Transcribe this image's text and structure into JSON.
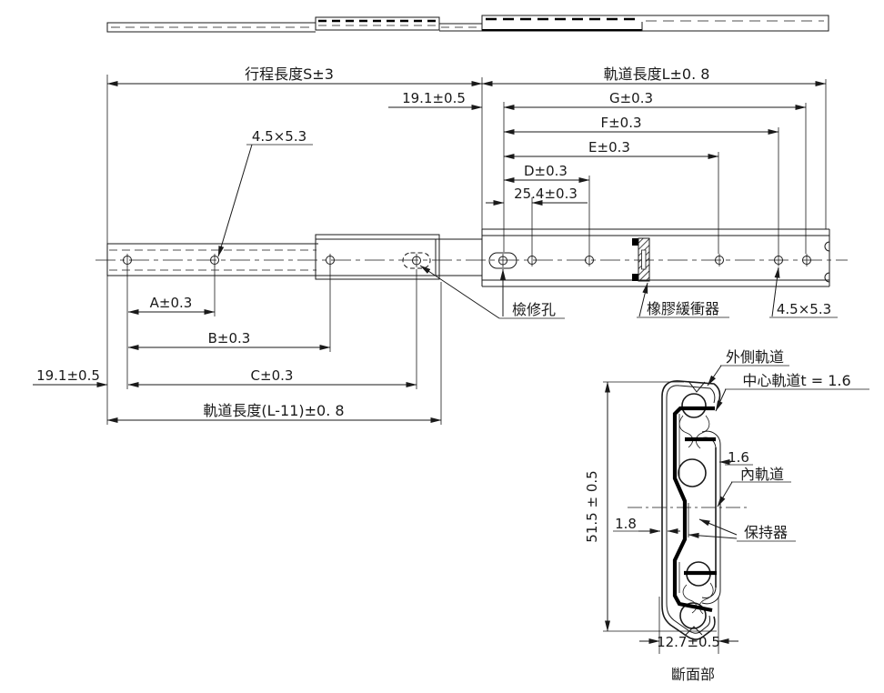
{
  "drawing": {
    "top_dims": {
      "stroke_length": "行程長度S±3",
      "rail_length": "軌道長度L±0. 8",
      "offset_19_1": "19.1±0.5",
      "g": "G±0.3",
      "f": "F±0.3",
      "e": "E±0.3",
      "d": "D±0.3",
      "pitch_25_4": "25.4±0.3"
    },
    "left_dims": {
      "a": "A±0.3",
      "b": "B±0.3",
      "c": "C±0.3",
      "offset_19_1": "19.1±0.5",
      "rail_length_minus_11": "軌道長度(L-11)±0. 8"
    },
    "callouts": {
      "slot_left": "4.5×5.3",
      "slot_right": "4.5×5.3",
      "inspection_hole": "檢修孔",
      "rubber_bumper": "橡膠緩衝器"
    },
    "section": {
      "outer_rail": "外側軌道",
      "center_rail": "中心軌道t = 1.6",
      "inner_rail": "內軌道",
      "retainer": "保持器",
      "thickness_1_6": "1.6",
      "thickness_1_8": "1.8",
      "height": "51.5 ± 0.5",
      "width": "12.7±0.5",
      "title": "斷面部"
    },
    "colors": {
      "line": "#1a1a1a",
      "bg": "#ffffff"
    }
  }
}
